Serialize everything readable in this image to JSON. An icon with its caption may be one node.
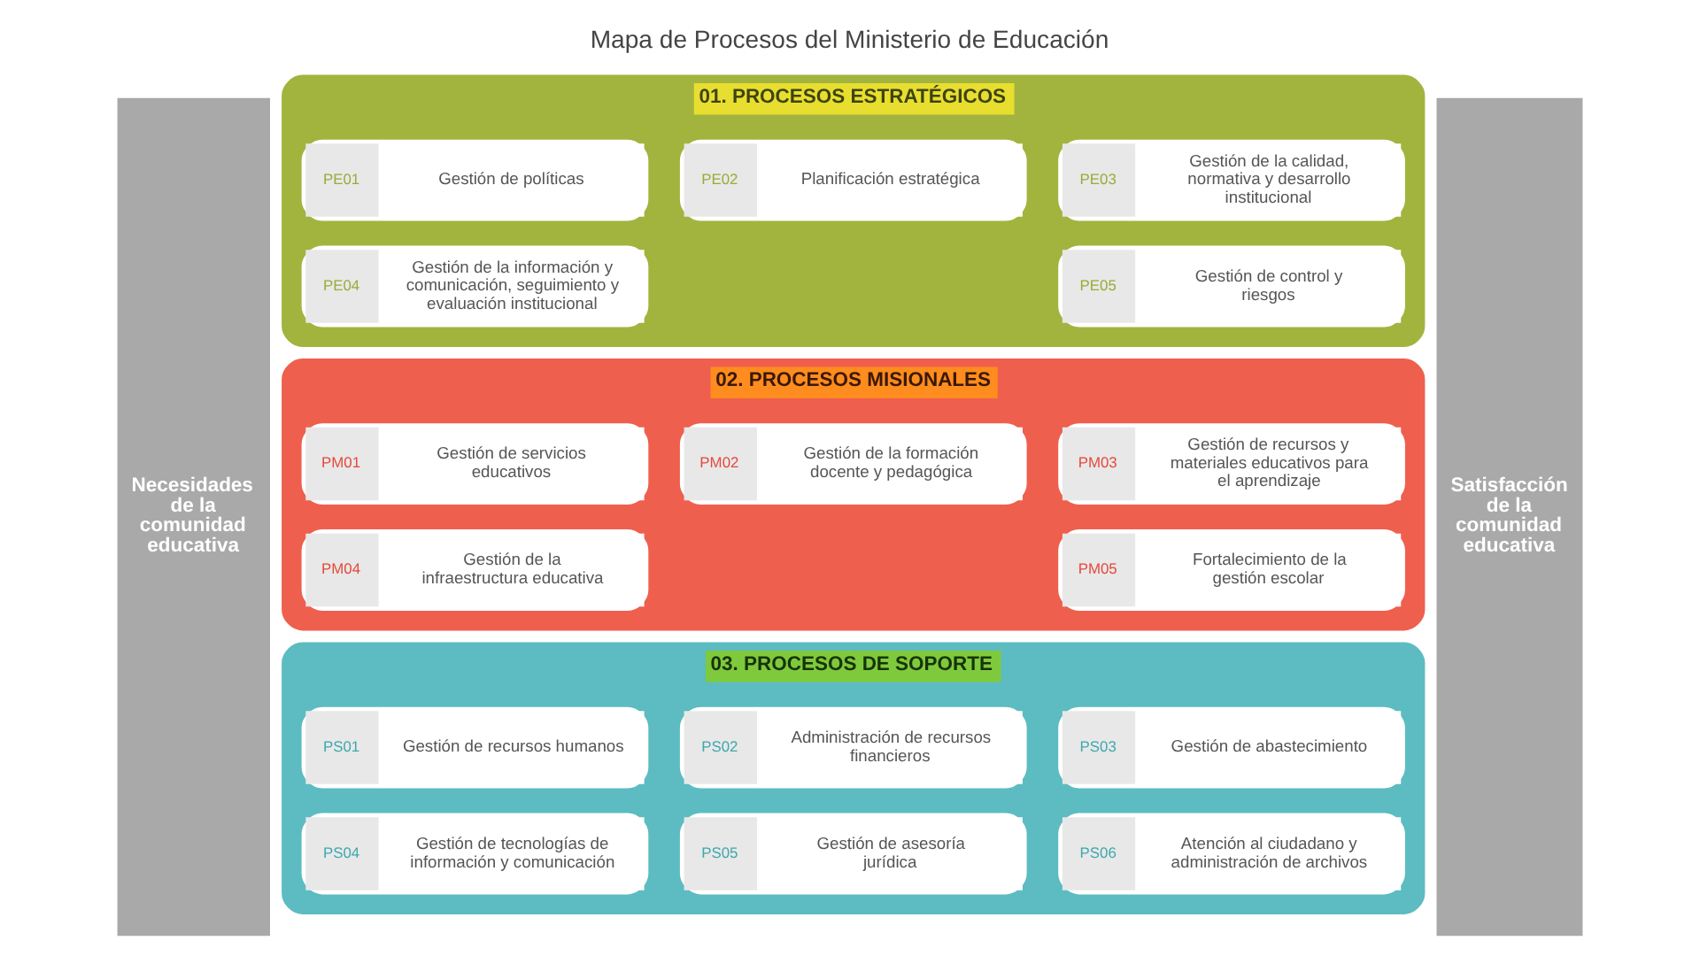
{
  "diagram": {
    "title": "Mapa de Procesos del Ministerio de Educación",
    "nodes": [
      {
        "text": [
          "Necesidades de la comunidad educativa"
        ]
      },
      {
        "text": [
          "01. PROCESOS ESTRATÉGICOS"
        ]
      },
      {
        "text": [
          "PE01",
          "Gestión de políticas"
        ],
        "in": 1
      },
      {
        "text": [
          "PE02",
          "Planificación estratégica"
        ],
        "in": 1
      },
      {
        "text": [
          "PE03",
          "Gestión de la calidad, normativa y desarrollo institucional"
        ],
        "in": 1
      },
      {
        "text": [
          "PE04",
          "Gestión de la información y comunicación, seguimiento y evaluación institucional"
        ],
        "in": 1
      },
      {
        "text": [
          "PE05",
          "Gestión de control y riesgos"
        ],
        "in": 1
      },
      {
        "text": [
          "02. PROCESOS MISIONALES"
        ]
      },
      {
        "text": [
          "PM01",
          "Gestión de servicios educativos"
        ],
        "in": 7
      },
      {
        "text": [
          "PM02",
          "Gestión de la formación docente y pedagógica"
        ],
        "in": 7
      },
      {
        "text": [
          "PM03",
          "Gestión de recursos y materiales educativos para el aprendizaje"
        ],
        "in": 7
      },
      {
        "text": [
          "PM04",
          "Gestión de la infraestructura educativa"
        ],
        "in": 7
      },
      {
        "text": [
          "PM05",
          "Fortalecimiento de la gestión escolar"
        ],
        "in": 7
      },
      {
        "text": [
          "03. PROCESOS DE SOPORTE"
        ]
      },
      {
        "text": [
          "PS01",
          "Gestión de recursos humanos"
        ],
        "in": 13
      },
      {
        "text": [
          "PS02",
          "Administración de recursos financieros"
        ],
        "in": 13
      },
      {
        "text": [
          "PS03",
          "Gestión de abastecimiento"
        ],
        "in": 13
      },
      {
        "text": [
          "PS04",
          "Gestión de tecnologías de información y comunicación"
        ],
        "in": 13
      },
      {
        "text": [
          "PS05",
          "Gestión de asesoría jurídica"
        ],
        "in": 13
      },
      {
        "text": [
          "PS06",
          "Atención al ciudadano y administración de archivos"
        ],
        "in": 13
      },
      {
        "text": [
          "Satisfacción de la comunidad educativa"
        ]
      }
    ]
  }
}
